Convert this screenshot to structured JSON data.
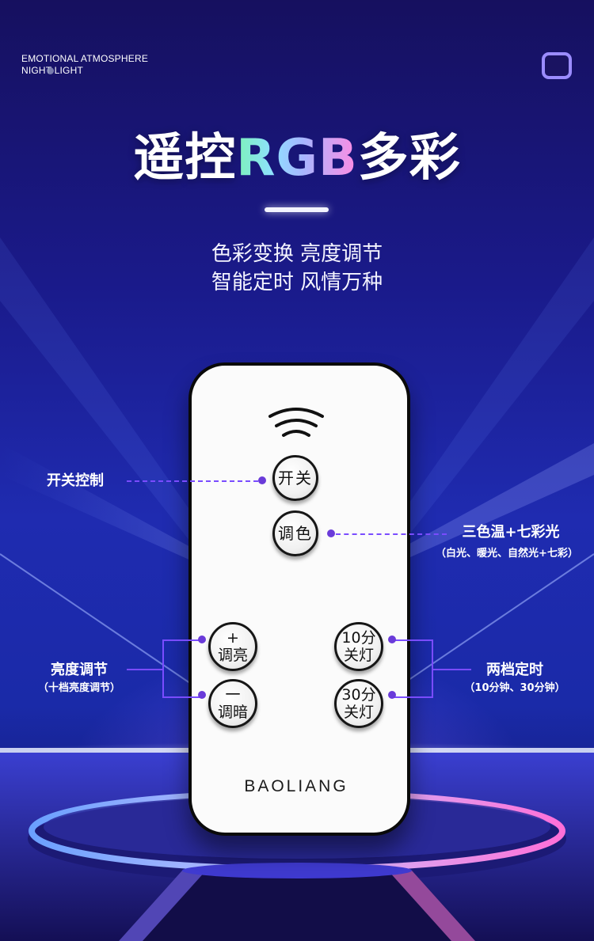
{
  "header": {
    "tag_line1": "EMOTIONAL ATMOSPHERE",
    "tag_line2": "NIGHT LIGHT"
  },
  "headline": {
    "part1": "遥控",
    "highlight": "RGB",
    "part2": "多彩"
  },
  "subtitle": {
    "line1": "色彩变换 亮度调节",
    "line2": "智能定时 风情万种"
  },
  "remote": {
    "brand": "BAOLIANG",
    "buttons": {
      "power": "开关",
      "color": "调色",
      "bright_up_symbol": "+",
      "bright_up_text": "调亮",
      "bright_down_symbol": "一",
      "bright_down_text": "调暗",
      "timer10_top": "10分",
      "timer10_bottom": "关灯",
      "timer30_top": "30分",
      "timer30_bottom": "关灯"
    }
  },
  "callouts": {
    "power": "开关控制",
    "color_title": "三色温+七彩光",
    "color_sub": "（白光、暖光、自然光+七彩）",
    "brightness_title": "亮度调节",
    "brightness_sub": "（十档亮度调节）",
    "timer_title": "两档定时",
    "timer_sub": "（10分钟、30分钟）"
  },
  "colors": {
    "background_top": "#16105f",
    "background_mid": "#1f2bb0",
    "accent_purple": "#7a4cff",
    "remote_body": "#fbfbfb"
  }
}
